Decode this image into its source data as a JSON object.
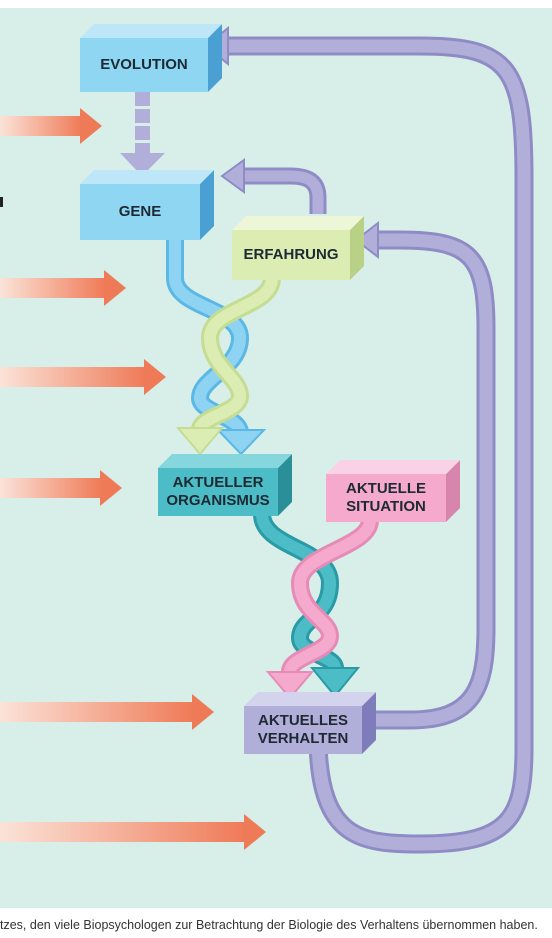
{
  "boxes": {
    "evolution": {
      "label": "EVOLUTION",
      "color": "#8fd6f2"
    },
    "gene": {
      "label": "GENE",
      "color": "#8fd6f2"
    },
    "erfahrung": {
      "label": "ERFAHRUNG",
      "color": "#dcedb4"
    },
    "organismus": {
      "label": "AKTUELLER\nORGANISMUS",
      "color": "#4cbcc6"
    },
    "situation": {
      "label": "AKTUELLE\nSITUATION",
      "color": "#f4a9cd"
    },
    "verhalten": {
      "label": "AKTUELLES\nVERHALTEN",
      "color": "#b1afd9"
    }
  },
  "colors": {
    "background": "#d8efe9",
    "feedback_arrow": "#aeabd7",
    "influence_arrow": "#f0805e",
    "gene_strand": "#7fc9ec",
    "erfahrung_strand": "#dcedb4",
    "organismus_strand": "#39b2bd",
    "situation_strand": "#f4a9cd"
  },
  "caption": "tzes, den viele Biopsychologen zur Betrachtung der Biologie des Verhaltens übernommen haben."
}
